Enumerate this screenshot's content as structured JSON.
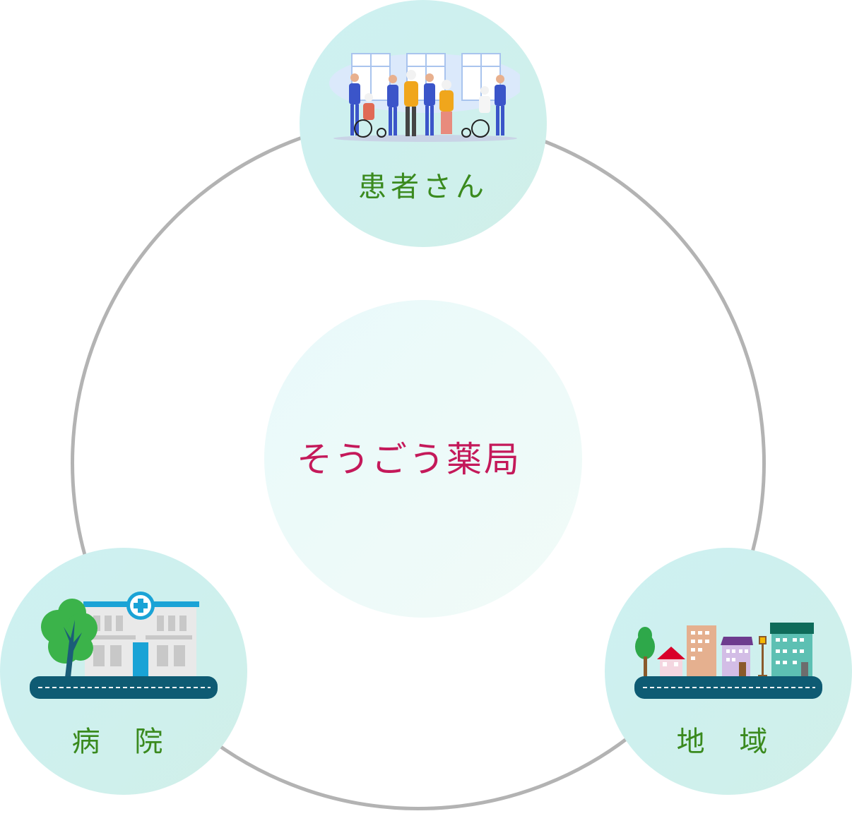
{
  "center": {
    "label": "そうごう薬局"
  },
  "nodes": {
    "patients": {
      "label": "患者さん",
      "icon": "patients-care-illustration"
    },
    "hospital": {
      "label": "病 院",
      "icon": "hospital-building-illustration"
    },
    "community": {
      "label": "地 域",
      "icon": "town-street-illustration"
    }
  },
  "colors": {
    "ring": "#b3b3b3",
    "center_text": "#c4195a",
    "node_text": "#3a8a1e",
    "node_fill": "#cdf1f2",
    "center_fill": "#e9f9fa",
    "road": "#0e5b73"
  }
}
